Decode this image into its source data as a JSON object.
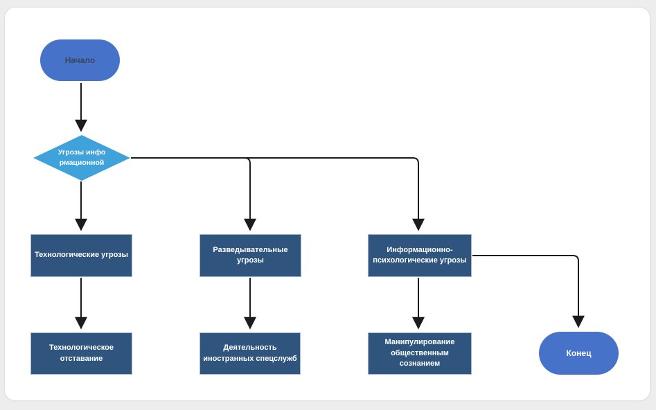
{
  "canvas": {
    "background": "#ededed",
    "card_background": "#ffffff"
  },
  "colors": {
    "terminal_fill": "#4673c9",
    "decision_fill": "#3fa2da",
    "process_fill": "#2f547d",
    "process_border": "#a7b7cc",
    "connector": "#1c1c1c",
    "start_text": "#3a4654",
    "node_text": "#ffffff"
  },
  "flowchart": {
    "nodes": {
      "start": {
        "label": "Начало",
        "type": "terminal"
      },
      "decision": {
        "label": "Угрозы инфо\nрмационной",
        "type": "decision"
      },
      "tech_threats": {
        "label": "Технологические угрозы",
        "type": "process"
      },
      "intel_threats": {
        "label": "Разведывательные\nугрозы",
        "type": "process"
      },
      "info_psych_threats": {
        "label": "Информационно-\nпсихологические угрозы",
        "type": "process"
      },
      "tech_lag": {
        "label": "Технологическое\nотставание",
        "type": "process"
      },
      "foreign_services": {
        "label": "Деятельность\nиностранных спецслужб",
        "type": "process"
      },
      "manipulation": {
        "label": "Манипулирование\nобщественным сознанием",
        "type": "process"
      },
      "end": {
        "label": "Конец",
        "type": "terminal"
      }
    },
    "edges": [
      {
        "from": "start",
        "to": "decision"
      },
      {
        "from": "decision",
        "to": "tech_threats"
      },
      {
        "from": "decision",
        "to": "intel_threats"
      },
      {
        "from": "decision",
        "to": "info_psych_threats"
      },
      {
        "from": "tech_threats",
        "to": "tech_lag"
      },
      {
        "from": "intel_threats",
        "to": "foreign_services"
      },
      {
        "from": "info_psych_threats",
        "to": "manipulation"
      },
      {
        "from": "info_psych_threats",
        "to": "end"
      }
    ]
  }
}
